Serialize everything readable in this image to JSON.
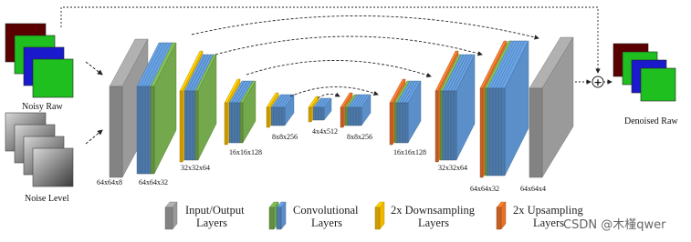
{
  "input_labels": {
    "noisy_raw": "Noisy Raw",
    "noise_level": "Noise Level"
  },
  "output_label": "Denoised Raw",
  "plus_symbol": "+",
  "layer_dims": {
    "input": "64x64x8",
    "enc1": "64x64x32",
    "enc2": "32x32x64",
    "enc3": "16x16x128",
    "enc4": "8x8x256",
    "bottleneck": "4x4x512",
    "dec4": "8x8x256",
    "dec3": "16x16x128",
    "dec2": "32x32x64",
    "dec1": "64x64x32",
    "output": "64x64x4"
  },
  "legend": [
    {
      "line1": "Input/Output",
      "line2": "Layers",
      "kind": "io"
    },
    {
      "line1": "Convolutional",
      "line2": "Layers",
      "kind": "conv"
    },
    {
      "line1": "2x Downsampling",
      "line2": "Layers",
      "kind": "down"
    },
    {
      "line1": "2x Upsampling",
      "line2": "Layers",
      "kind": "up"
    }
  ],
  "watermark": "CSDN @木槿qwer",
  "colors": {
    "io": "#9a9a9a",
    "conv_blue": "#5b8fc9",
    "conv_green": "#74a84c",
    "down": "#f2b800",
    "up": "#e8702a",
    "noisy_red": "#5a0000",
    "noisy_green": "#1fbf1f",
    "noisy_blue": "#1a1acc"
  }
}
